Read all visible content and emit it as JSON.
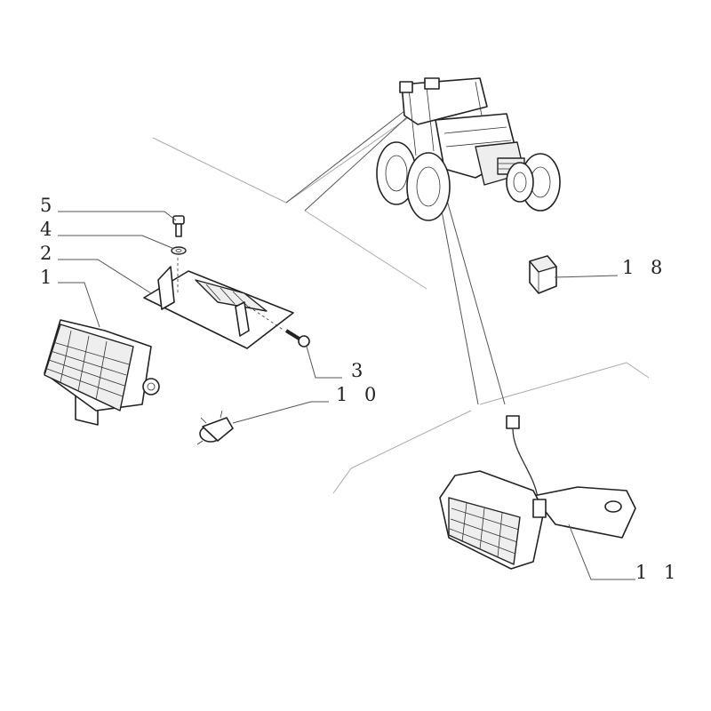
{
  "callouts": [
    {
      "id": "c5",
      "label": "5"
    },
    {
      "id": "c4",
      "label": "4"
    },
    {
      "id": "c2",
      "label": "2"
    },
    {
      "id": "c1",
      "label": "1"
    },
    {
      "id": "c3",
      "label": "3"
    },
    {
      "id": "c10",
      "label": "1 0"
    },
    {
      "id": "c18",
      "label": "1 8"
    },
    {
      "id": "c11",
      "label": "1 1"
    }
  ]
}
